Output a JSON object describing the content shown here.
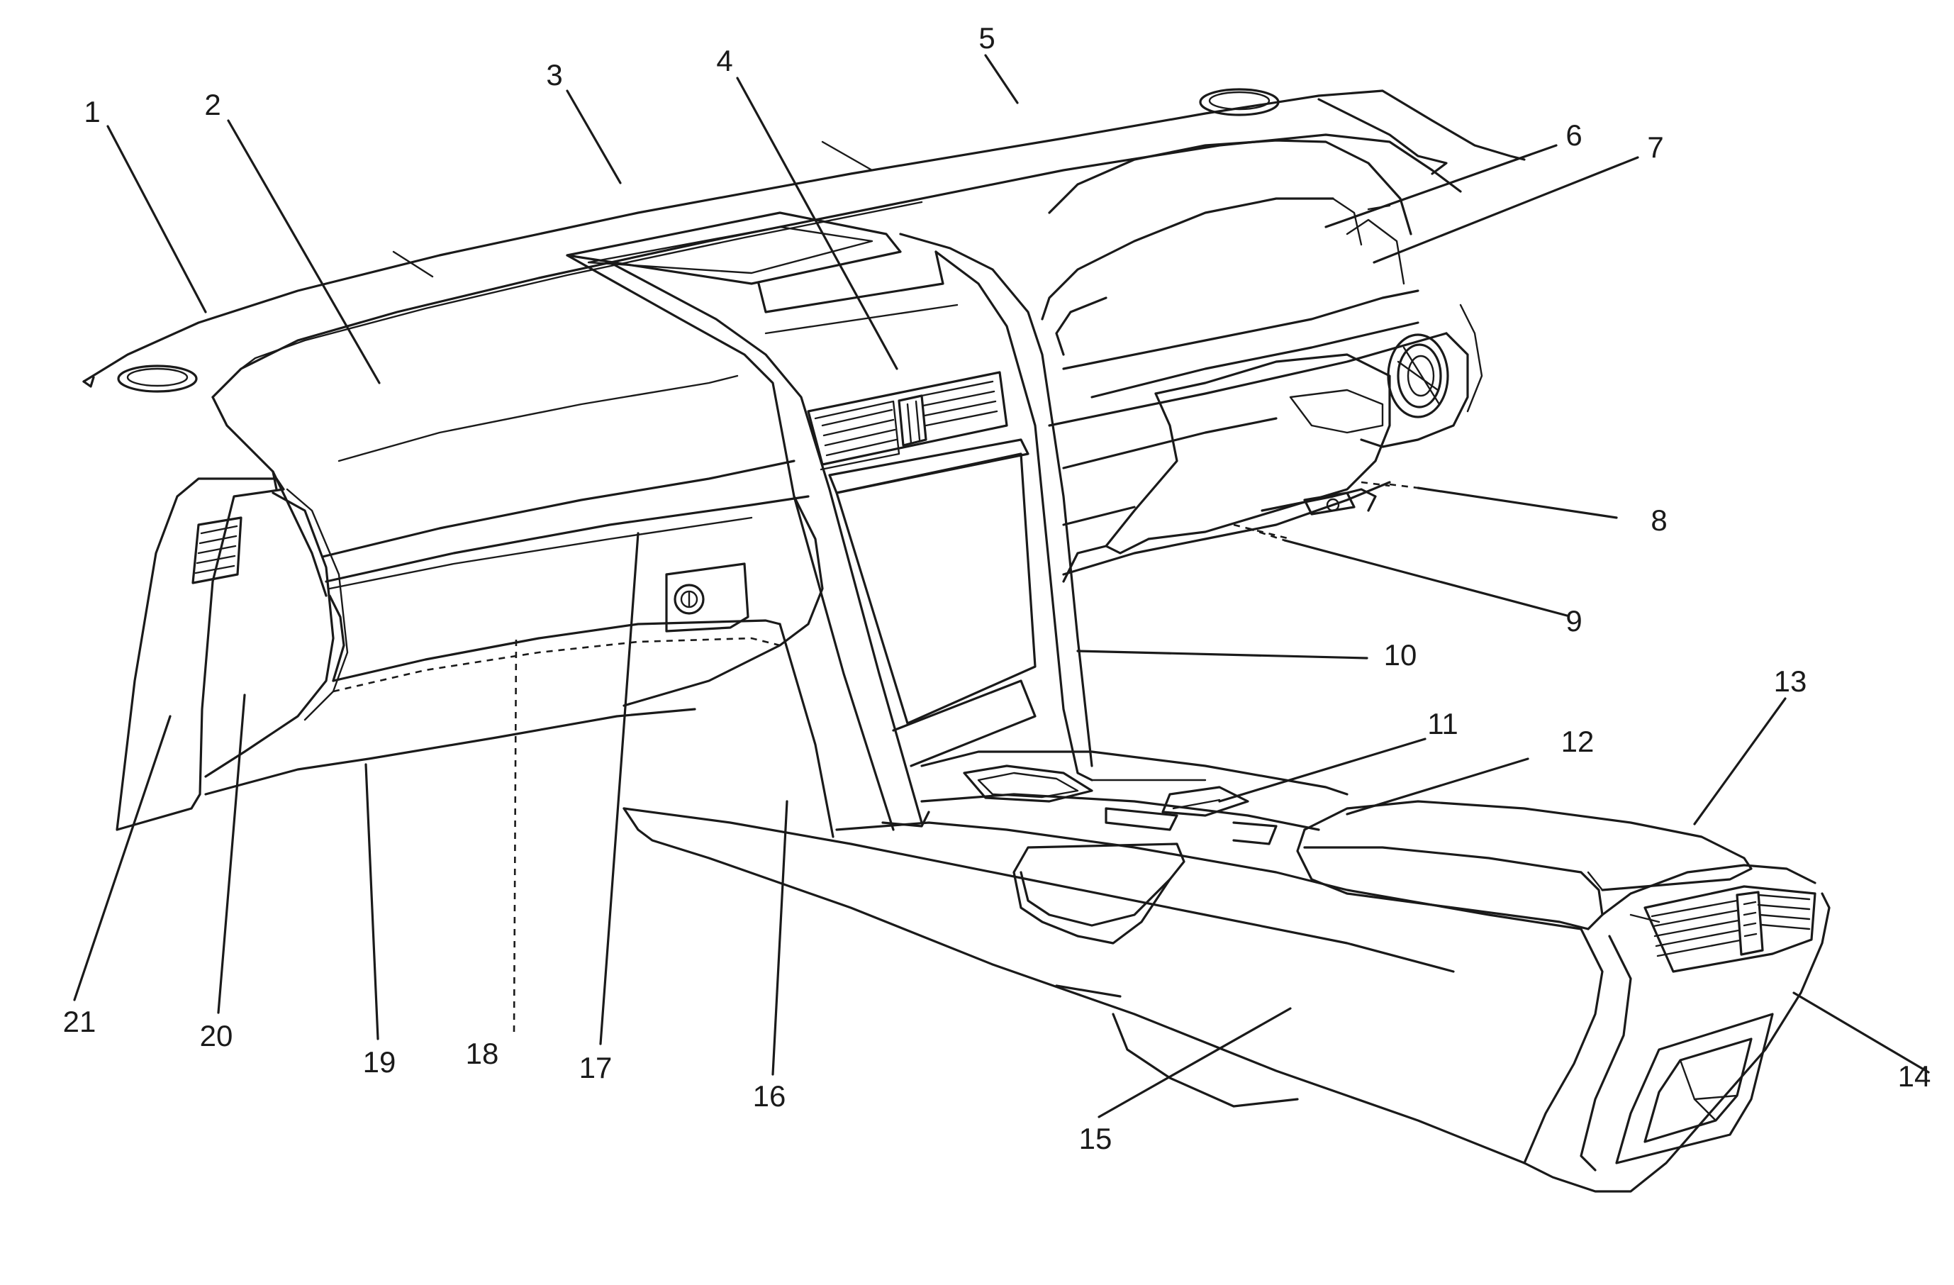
{
  "colors": {
    "line": "#1a1a1a",
    "background": "#ffffff"
  },
  "callouts": [
    {
      "id": "1",
      "label": "1"
    },
    {
      "id": "2",
      "label": "2"
    },
    {
      "id": "3",
      "label": "3"
    },
    {
      "id": "4",
      "label": "4"
    },
    {
      "id": "5",
      "label": "5"
    },
    {
      "id": "6",
      "label": "6"
    },
    {
      "id": "7",
      "label": "7"
    },
    {
      "id": "8",
      "label": "8"
    },
    {
      "id": "9",
      "label": "9"
    },
    {
      "id": "10",
      "label": "10"
    },
    {
      "id": "11",
      "label": "11"
    },
    {
      "id": "12",
      "label": "12"
    },
    {
      "id": "13",
      "label": "13"
    },
    {
      "id": "14",
      "label": "14"
    },
    {
      "id": "15",
      "label": "15"
    },
    {
      "id": "16",
      "label": "16"
    },
    {
      "id": "17",
      "label": "17"
    },
    {
      "id": "18",
      "label": "18"
    },
    {
      "id": "19",
      "label": "19"
    },
    {
      "id": "20",
      "label": "20"
    },
    {
      "id": "21",
      "label": "21"
    }
  ]
}
